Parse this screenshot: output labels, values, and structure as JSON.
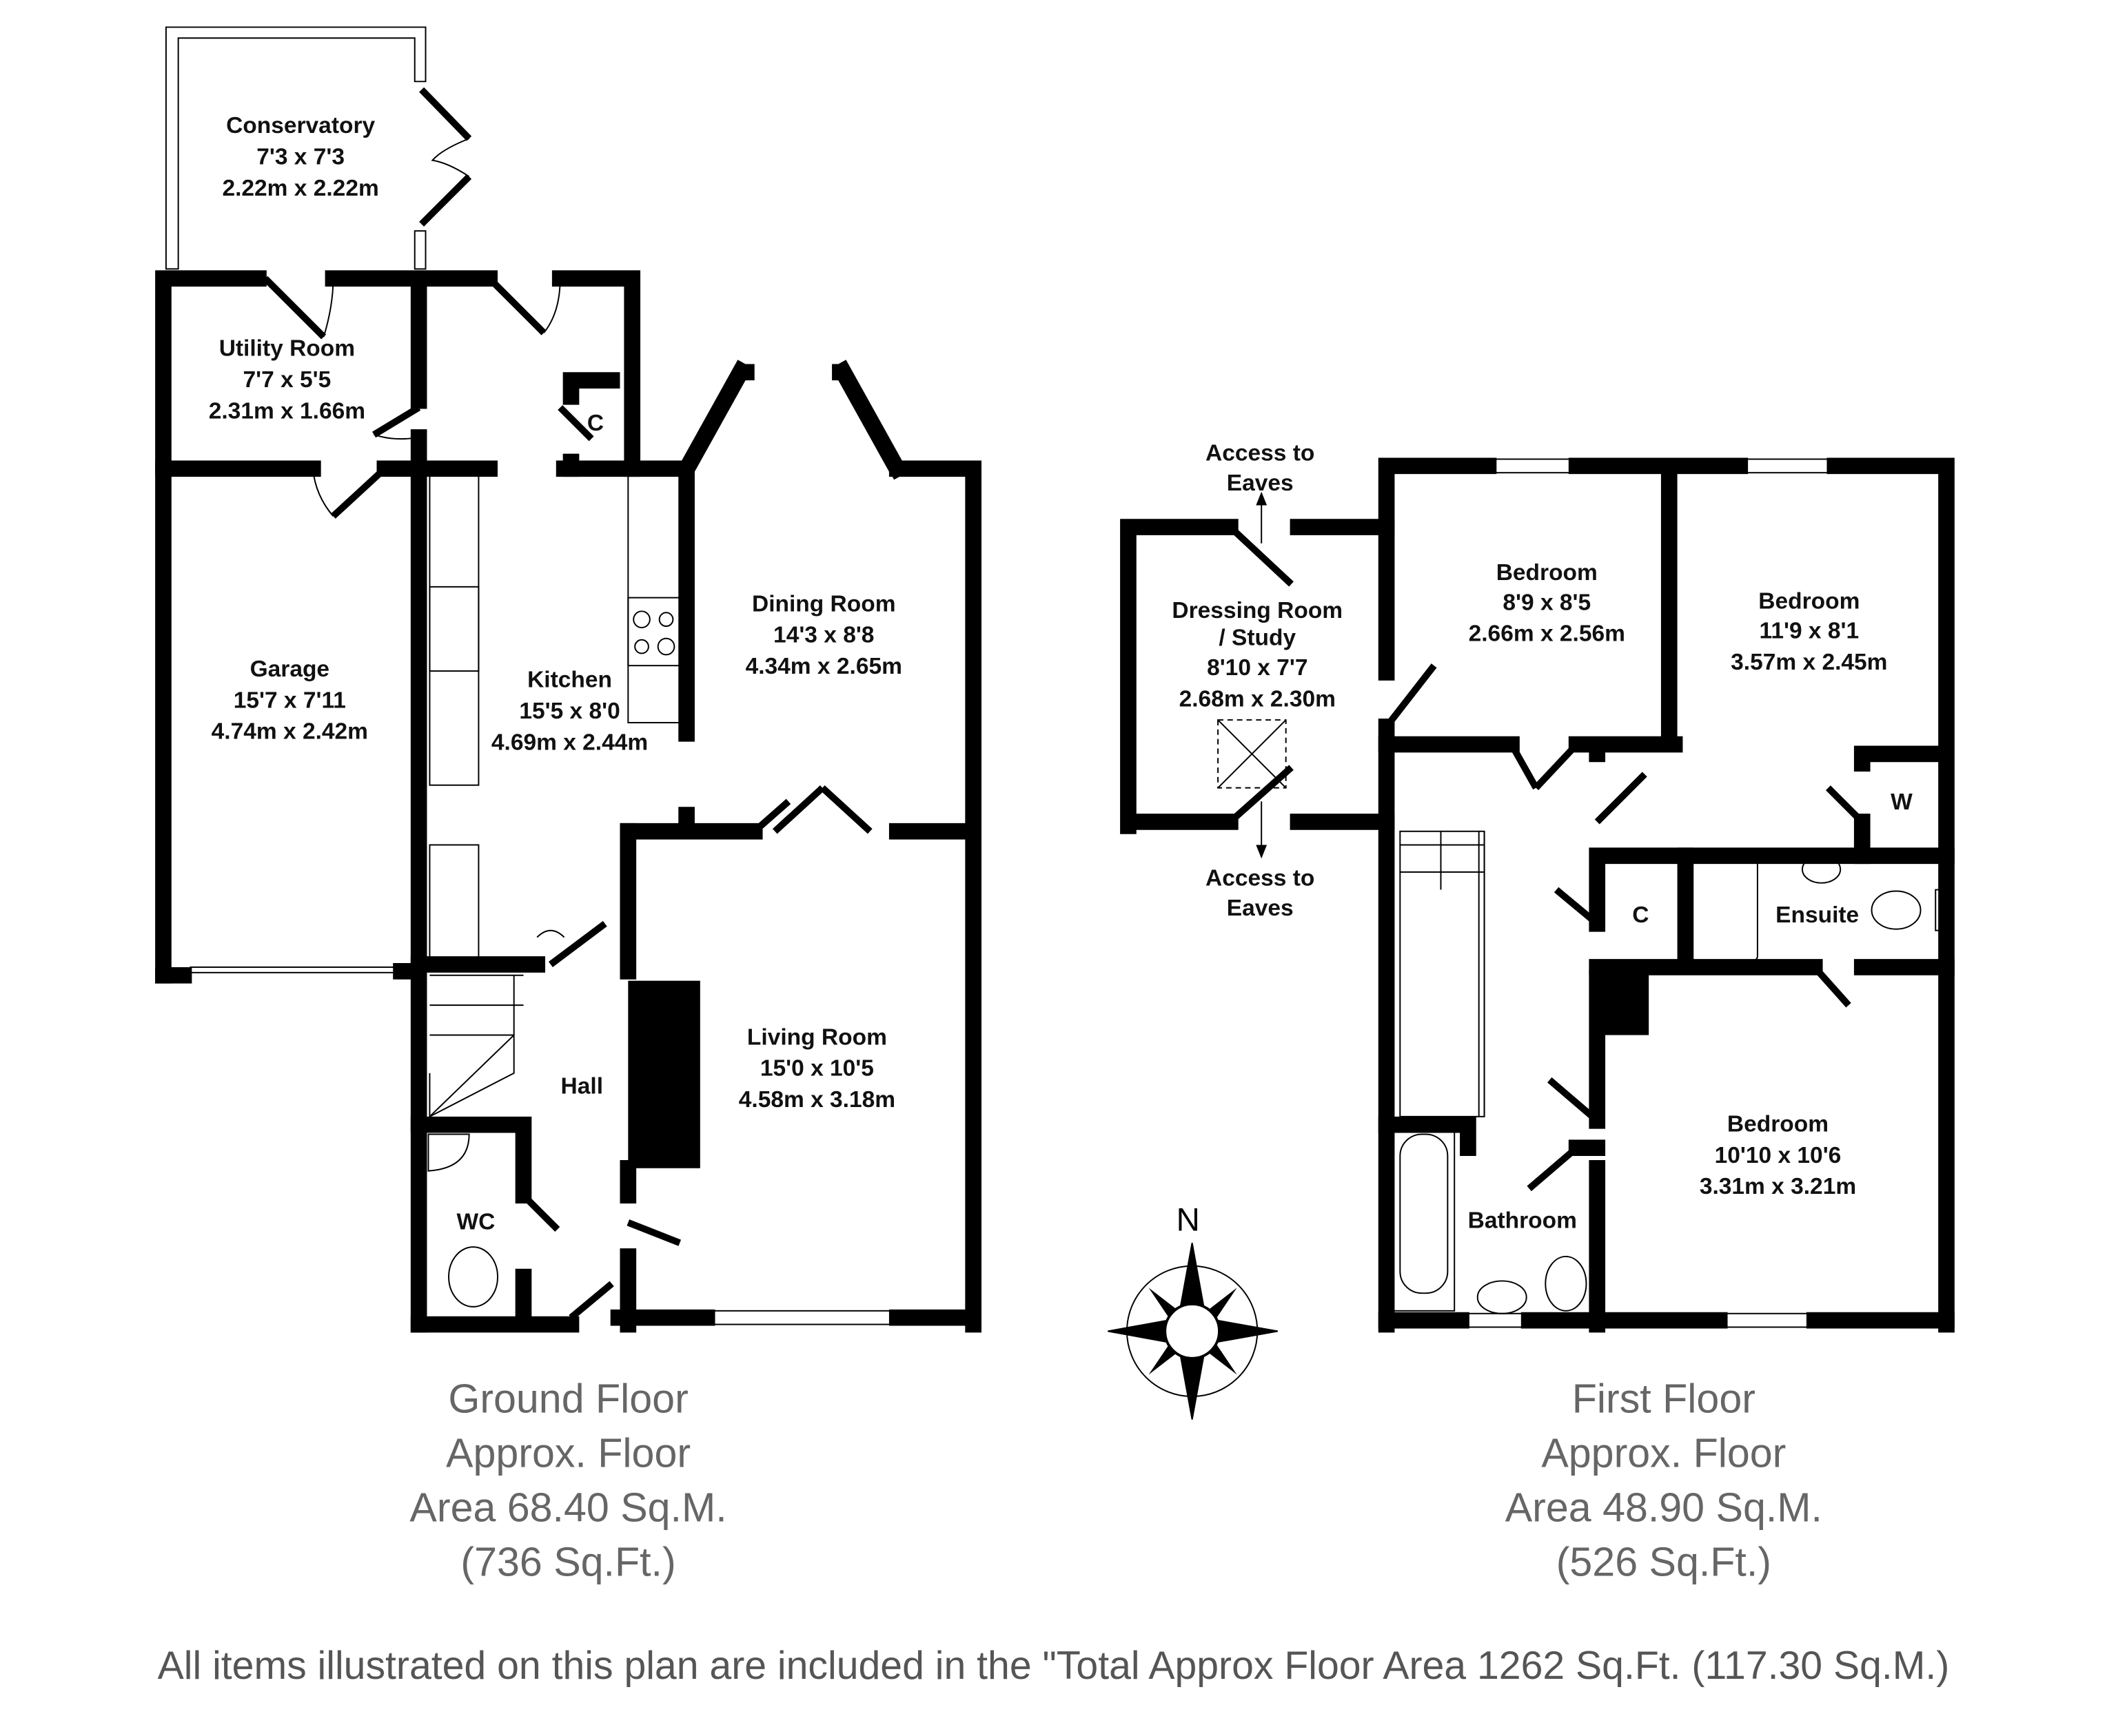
{
  "ground_floor": {
    "rooms": [
      {
        "name": "Conservatory",
        "imperial": "7'3 x 7'3",
        "metric": "2.22m x 2.22m"
      },
      {
        "name": "Utility Room",
        "imperial": "7'7 x 5'5",
        "metric": "2.31m x 1.66m"
      },
      {
        "name": "Garage",
        "imperial": "15'7 x 7'11",
        "metric": "4.74m x 2.42m"
      },
      {
        "name": "Kitchen",
        "imperial": "15'5 x 8'0",
        "metric": "4.69m x 2.44m"
      },
      {
        "name": "Dining Room",
        "imperial": "14'3 x 8'8",
        "metric": "4.34m x 2.65m"
      },
      {
        "name": "Living Room",
        "imperial": "15'0 x 10'5",
        "metric": "4.58m x 3.18m"
      }
    ],
    "small_labels": {
      "cupboard": "C",
      "hall": "Hall",
      "wc": "WC"
    },
    "caption": [
      "Ground Floor",
      "Approx. Floor",
      "Area 68.40 Sq.M.",
      "(736 Sq.Ft.)"
    ]
  },
  "first_floor": {
    "rooms": [
      {
        "name": "Dressing Room",
        "name2": "/ Study",
        "imperial": "8'10 x 7'7",
        "metric": "2.68m x 2.30m"
      },
      {
        "name": "Bedroom",
        "imperial": "8'9 x 8'5",
        "metric": "2.66m x 2.56m"
      },
      {
        "name": "Bedroom",
        "imperial": "11'9 x 8'1",
        "metric": "3.57m x 2.45m"
      },
      {
        "name": "Bedroom",
        "imperial": "10'10 x 10'6",
        "metric": "3.31m x 3.21m"
      }
    ],
    "small_labels": {
      "wardrobe": "W",
      "cupboard": "C",
      "ensuite": "Ensuite",
      "bathroom": "Bathroom"
    },
    "eaves": {
      "line1": "Access to",
      "line2": "Eaves"
    },
    "caption": [
      "First Floor",
      "Approx. Floor",
      "Area 48.90 Sq.M.",
      "(526 Sq.Ft.)"
    ]
  },
  "compass": {
    "label": "N"
  },
  "footer": "All items illustrated on this plan are included in the \"Total Approx Floor Area 1262 Sq.Ft. (117.30 Sq.M.)"
}
